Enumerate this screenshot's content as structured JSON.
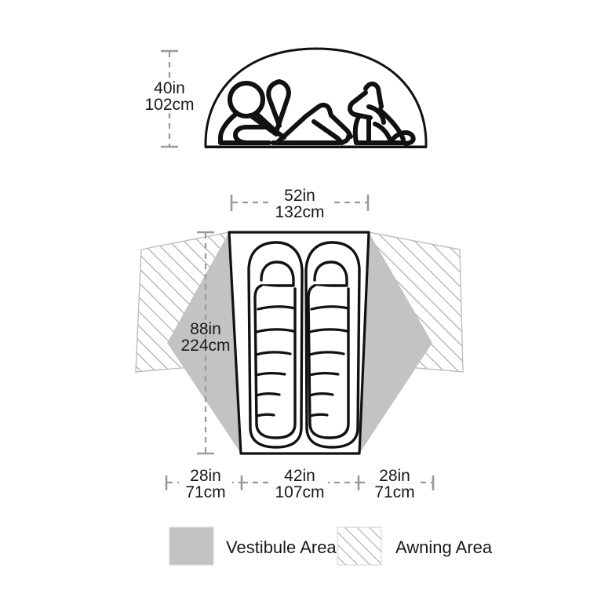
{
  "diagram": {
    "title": "Tent Dimensions Diagram",
    "colors": {
      "vestibule_fill": "#c3c3c3",
      "awning_hatch": "#8a8a8a",
      "outline": "#111111",
      "dimension_line": "#9a9a9a",
      "text": "#1a1a1a",
      "background": "#ffffff"
    }
  },
  "elevation_view": {
    "name": "side-elevation",
    "height_dimension": {
      "imperial": "40in",
      "metric": "102cm"
    },
    "occupants": [
      "person",
      "dog"
    ]
  },
  "floor_plan": {
    "name": "floor-plan",
    "width_dimension": {
      "imperial": "52in",
      "metric": "132cm"
    },
    "length_dimension": {
      "imperial": "88in",
      "metric": "224cm"
    },
    "bottom_dimensions": [
      {
        "key": "left-vestibule",
        "imperial": "28in",
        "metric": "71cm"
      },
      {
        "key": "floor-width",
        "imperial": "42in",
        "metric": "107cm"
      },
      {
        "key": "right-vestibule",
        "imperial": "28in",
        "metric": "71cm"
      }
    ],
    "sleeping_bags": 2
  },
  "legend": {
    "items": [
      {
        "key": "vestibule",
        "label": "Vestibule Area",
        "swatch": "solid-gray"
      },
      {
        "key": "awning",
        "label": "Awning Area",
        "swatch": "diagonal-hatch"
      }
    ]
  }
}
